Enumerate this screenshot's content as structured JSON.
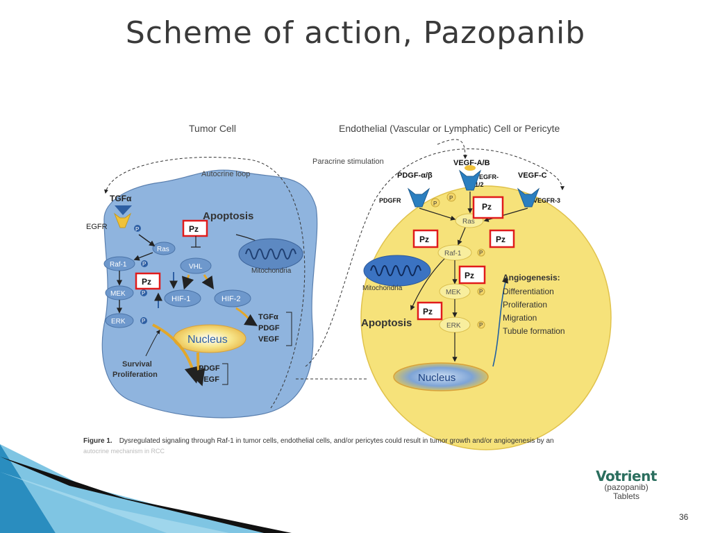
{
  "slide": {
    "title": "Scheme of action, Pazopanib",
    "page_number": "36"
  },
  "figure": {
    "tumor_cell_heading": "Tumor Cell",
    "endothelial_heading": "Endothelial (Vascular or Lymphatic) Cell or Pericyte",
    "autocrine_loop": "Autocrine loop",
    "paracrine_stimulation": "Paracrine stimulation",
    "tumor": {
      "tgfa": "TGFα",
      "egfr": "EGFR",
      "p": "P",
      "ras": "Ras",
      "raf1": "Raf-1",
      "mek": "MEK",
      "erk": "ERK",
      "apoptosis": "Apoptosis",
      "mitochondria": "Mitochondria",
      "vhl": "VHL",
      "hif1": "HIF-1",
      "hif2": "HIF-2",
      "nucleus": "Nucleus",
      "secreted": [
        "TGFα",
        "PDGF",
        "VEGF"
      ],
      "secreted_lower": [
        "PDGF",
        "VEGF"
      ],
      "survival": "Survival",
      "proliferation": "Proliferation"
    },
    "endo": {
      "pdgf_ab": "PDGF-α/β",
      "vegf_ab": "VEGF-A/B",
      "vegf_c": "VEGF-C",
      "vegfr12_line1": "VEGFR-",
      "vegfr12_line2": "1/2",
      "pdgfr": "PDGFR",
      "vegfr3": "VEGFR-3",
      "ras": "Ras",
      "raf1": "Raf-1",
      "mek": "MEK",
      "erk": "ERK",
      "p": "P",
      "mitochondria": "Mitochondria",
      "apoptosis": "Apoptosis",
      "nucleus": "Nucleus",
      "angiogenesis_title": "Angiogenesis:",
      "angiogenesis_items": [
        "Differentiation",
        "Proliferation",
        "Migration",
        "Tubule formation"
      ]
    },
    "pz_label": "Pz",
    "caption_prefix": "Figure 1.",
    "caption_text": "Dysregulated signaling through Raf-1 in tumor cells, endothelial cells, and/or pericytes could result in tumor growth and/or angiogenesis by an",
    "caption_cut": "autocrine mechanism in RCC"
  },
  "logo": {
    "brand": "Votrient",
    "generic": "(pazopanib)",
    "form": "Tablets"
  },
  "colors": {
    "tumor_fill": "#8fb4de",
    "endo_fill": "#f6e27a",
    "pz_border": "#e01b1b",
    "accent_teal": "#1a8fb5"
  }
}
